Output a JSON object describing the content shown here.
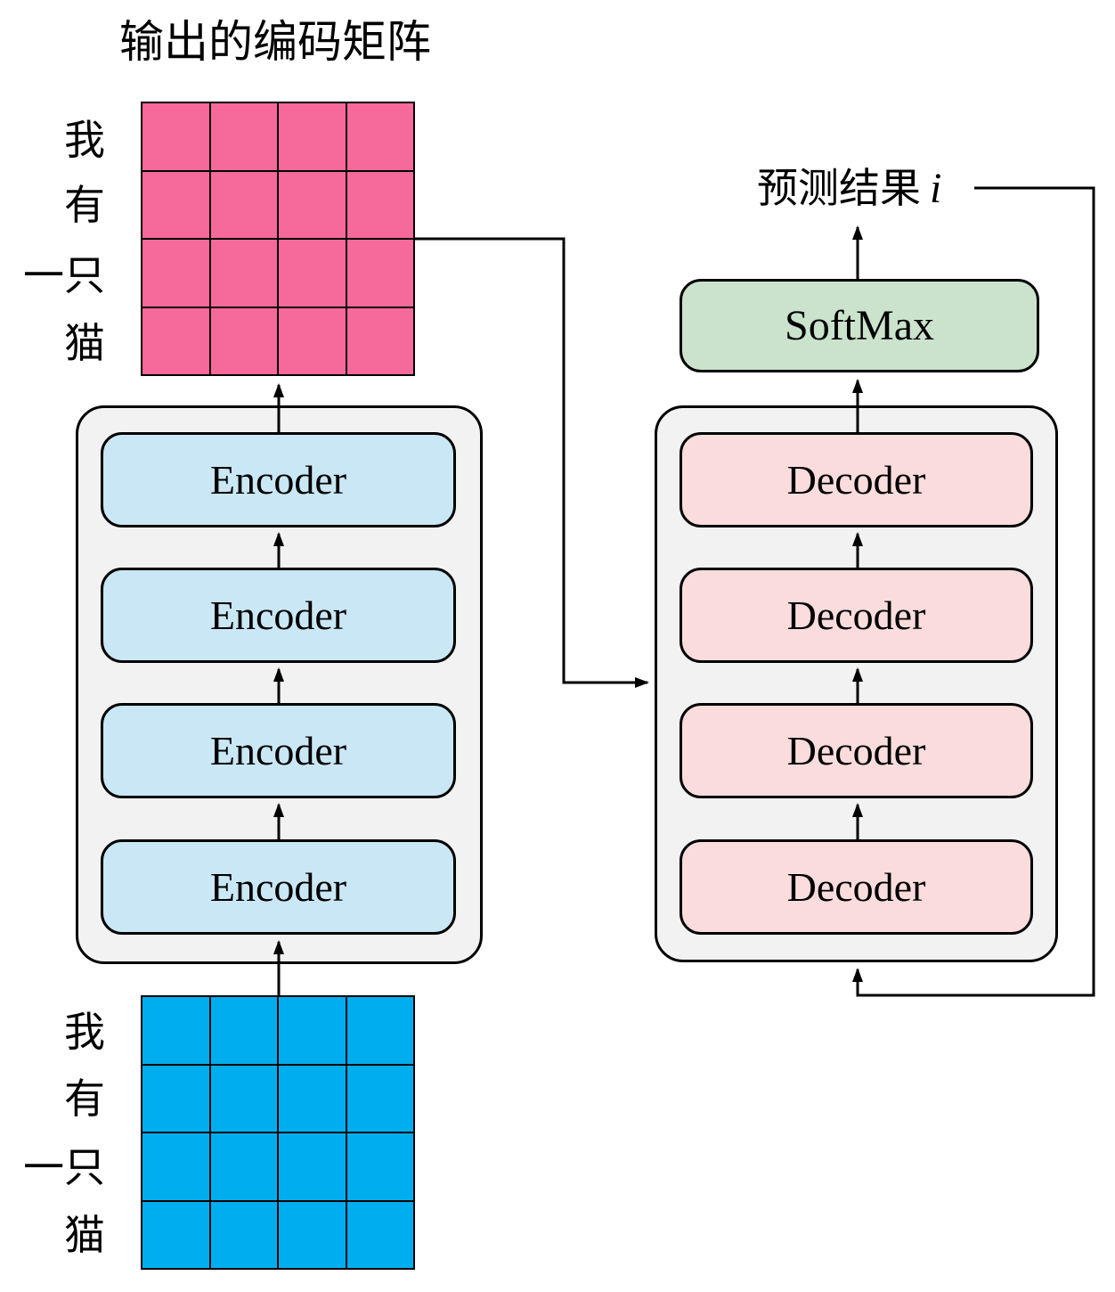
{
  "title": "输出的编码矩阵",
  "output_matrix": {
    "rows": 4,
    "cols": 4,
    "row_labels": [
      "我",
      "有",
      "一只",
      "猫"
    ],
    "color": "#f5699b"
  },
  "input_matrix": {
    "rows": 4,
    "cols": 4,
    "row_labels": [
      "我",
      "有",
      "一只",
      "猫"
    ],
    "color": "#00aeef"
  },
  "encoder_stack": {
    "boxes": [
      {
        "label": "Encoder"
      },
      {
        "label": "Encoder"
      },
      {
        "label": "Encoder"
      },
      {
        "label": "Encoder"
      }
    ]
  },
  "decoder_stack": {
    "boxes": [
      {
        "label": "Decoder"
      },
      {
        "label": "Decoder"
      },
      {
        "label": "Decoder"
      },
      {
        "label": "Decoder"
      }
    ]
  },
  "softmax": {
    "label": "SoftMax"
  },
  "prediction": {
    "text": "预测结果",
    "var": "i"
  },
  "colors": {
    "pink-matrix": "#f5699b",
    "blue-matrix": "#00aeef",
    "encoder-fill": "#c9e7f4",
    "decoder-fill": "#fadcdd",
    "softmax-fill": "#cbe3cd",
    "container-fill": "#f2f2f2",
    "line": "#000000"
  }
}
